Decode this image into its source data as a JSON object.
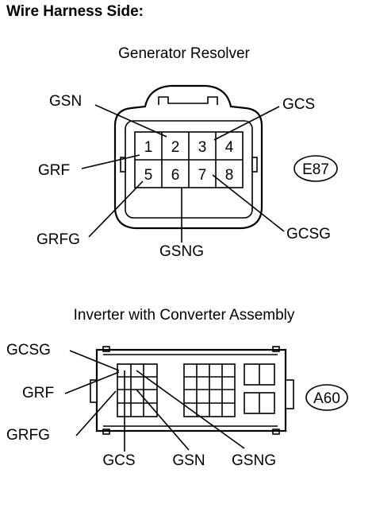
{
  "page_title": "Wire Harness Side:",
  "connector1": {
    "heading": "Generator Resolver",
    "id": "E87",
    "pins": [
      "1",
      "2",
      "3",
      "4",
      "5",
      "6",
      "7",
      "8"
    ],
    "labels": {
      "gsn": "GSN",
      "gcs": "GCS",
      "grf": "GRF",
      "grfg": "GRFG",
      "gsng": "GSNG",
      "gcsg": "GCSG"
    }
  },
  "connector2": {
    "heading": "Inverter with Converter Assembly",
    "id": "A60",
    "labels": {
      "gcsg": "GCSG",
      "grf": "GRF",
      "grfg": "GRFG",
      "gcs": "GCS",
      "gsn": "GSN",
      "gsng": "GSNG"
    }
  }
}
